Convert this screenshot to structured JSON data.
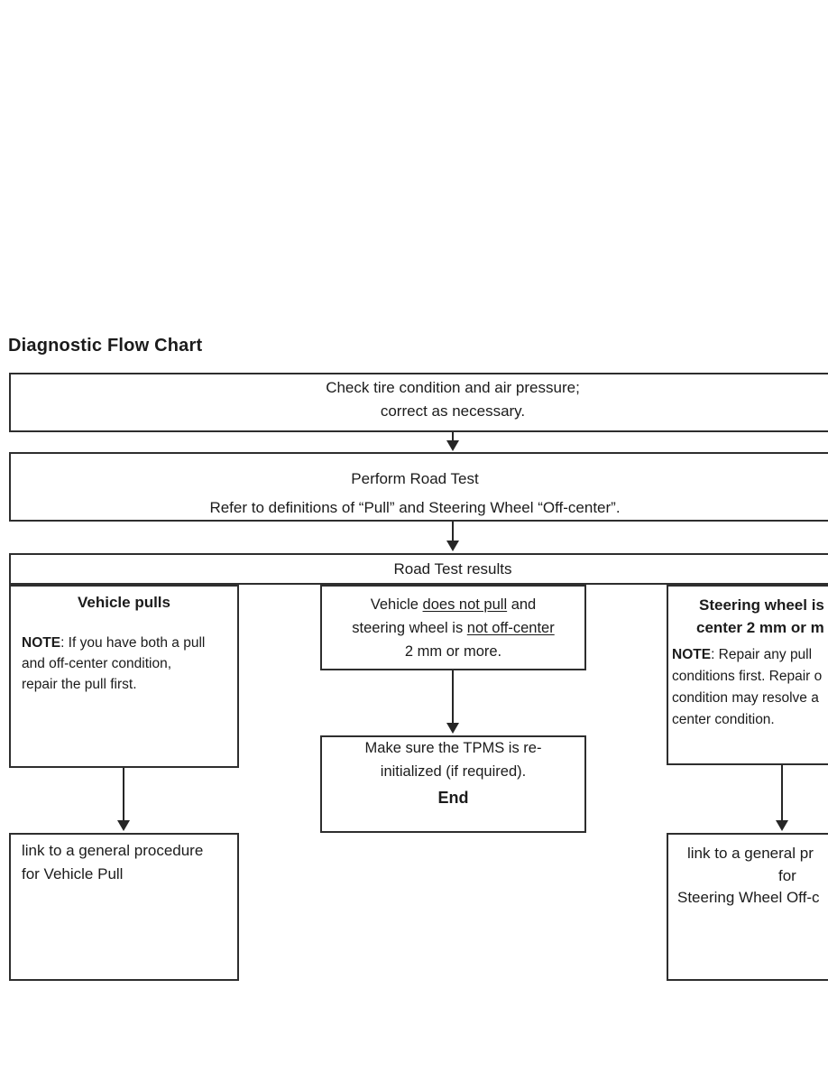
{
  "title": "Diagnostic Flow Chart",
  "flow": {
    "check_tires": {
      "line1": "Check tire condition and air pressure;",
      "line2": "correct as necessary."
    },
    "road_test": {
      "line1": "Perform Road Test",
      "line2": "Refer to definitions of “Pull” and Steering Wheel “Off-center”."
    },
    "results_header": "Road Test results",
    "vehicle_pulls": {
      "heading": "Vehicle pulls",
      "note_label": "NOTE",
      "note_rest": ": If you have both a pull",
      "note_line2": "and off-center condition,",
      "note_line3": "repair the pull first."
    },
    "no_pull": {
      "line1_pre": "Vehicle ",
      "line1_underline": "does not pull",
      "line1_post": " and",
      "line2_pre": "steering wheel is ",
      "line2_underline": "not off-center",
      "line3": "2 mm or more."
    },
    "off_center": {
      "heading_line1": "Steering wheel is",
      "heading_line2": "center 2 mm or m",
      "note_label": "NOTE",
      "note_rest": ": Repair any pull",
      "note_line2": "conditions first. Repair o",
      "note_line3": "condition may resolve a",
      "note_line4": "center condition."
    },
    "tpms": {
      "line1": "Make sure the TPMS is re-",
      "line2": "initialized (if required).",
      "end_label": "End"
    },
    "link_pull": {
      "line1": "link to a general procedure",
      "line2": "for Vehicle Pull"
    },
    "link_off_center": {
      "line1": "link to a general pr",
      "line2": "for",
      "line3": "Steering Wheel Off-c"
    }
  }
}
